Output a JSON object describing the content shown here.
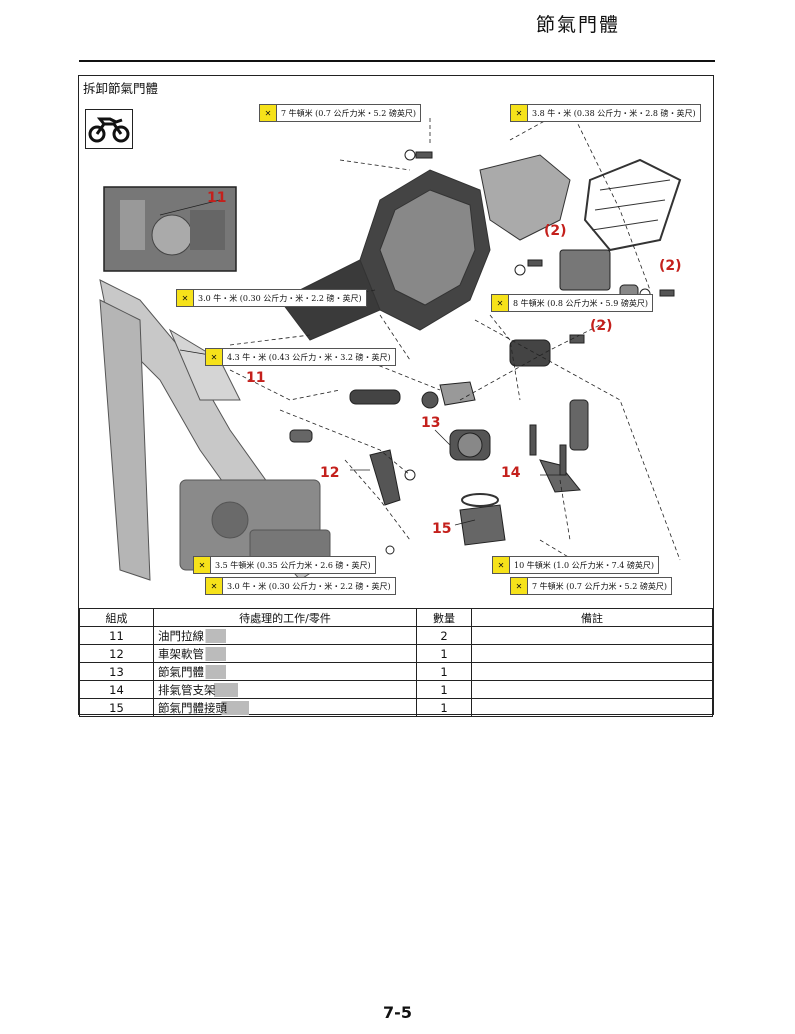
{
  "header": {
    "title": "節氣門體"
  },
  "section": {
    "title": "拆卸節氣門體"
  },
  "icons": {
    "vehicle": "motorcycle-icon",
    "torque": "torque-wrench-icon"
  },
  "colors": {
    "callout": "#c4201c",
    "torque_badge": "#f6e21a"
  },
  "torque_specs": [
    {
      "id": "t1",
      "text": "7 牛頓米 (0.7 公斤力米・5.2 磅英尺)"
    },
    {
      "id": "t2",
      "text": "3.8 牛・米 (0.38 公斤力・米・2.8 磅・英尺)"
    },
    {
      "id": "t3",
      "text": "3.0 牛・米 (0.30 公斤力・米・2.2 磅・英尺)"
    },
    {
      "id": "t4",
      "text": "8 牛頓米 (0.8 公斤力米・5.9 磅英尺)"
    },
    {
      "id": "t5",
      "text": "4.3 牛・米 (0.43 公斤力・米・3.2 磅・英尺)"
    },
    {
      "id": "t6",
      "text": "3.5 牛頓米 (0.35 公斤力米・2.6 磅・英尺)"
    },
    {
      "id": "t7",
      "text": "3.0 牛・米 (0.30 公斤力・米・2.2 磅・英尺)"
    },
    {
      "id": "t8",
      "text": "10 牛頓米 (1.0 公斤力米・7.4 磅英尺)"
    },
    {
      "id": "t9",
      "text": "7 牛頓米 (0.7 公斤力米・5.2 磅英尺)"
    }
  ],
  "callouts": [
    "11",
    "(2)",
    "(2)",
    "(2)",
    "11",
    "13",
    "12",
    "14",
    "15"
  ],
  "table": {
    "headers": [
      "組成",
      "待處理的工作/零件",
      "數量",
      "備註"
    ],
    "rows": [
      {
        "order": "11",
        "part": "油門拉線",
        "qty": "2",
        "remarks": ""
      },
      {
        "order": "12",
        "part": "車架軟管",
        "qty": "1",
        "remarks": ""
      },
      {
        "order": "13",
        "part": "節氣門體",
        "qty": "1",
        "remarks": ""
      },
      {
        "order": "14",
        "part": "排氣管支架",
        "qty": "1",
        "remarks": ""
      },
      {
        "order": "15",
        "part": "節氣門體接頭",
        "qty": "1",
        "remarks": ""
      }
    ]
  },
  "footer": {
    "page_number": "7-5"
  }
}
